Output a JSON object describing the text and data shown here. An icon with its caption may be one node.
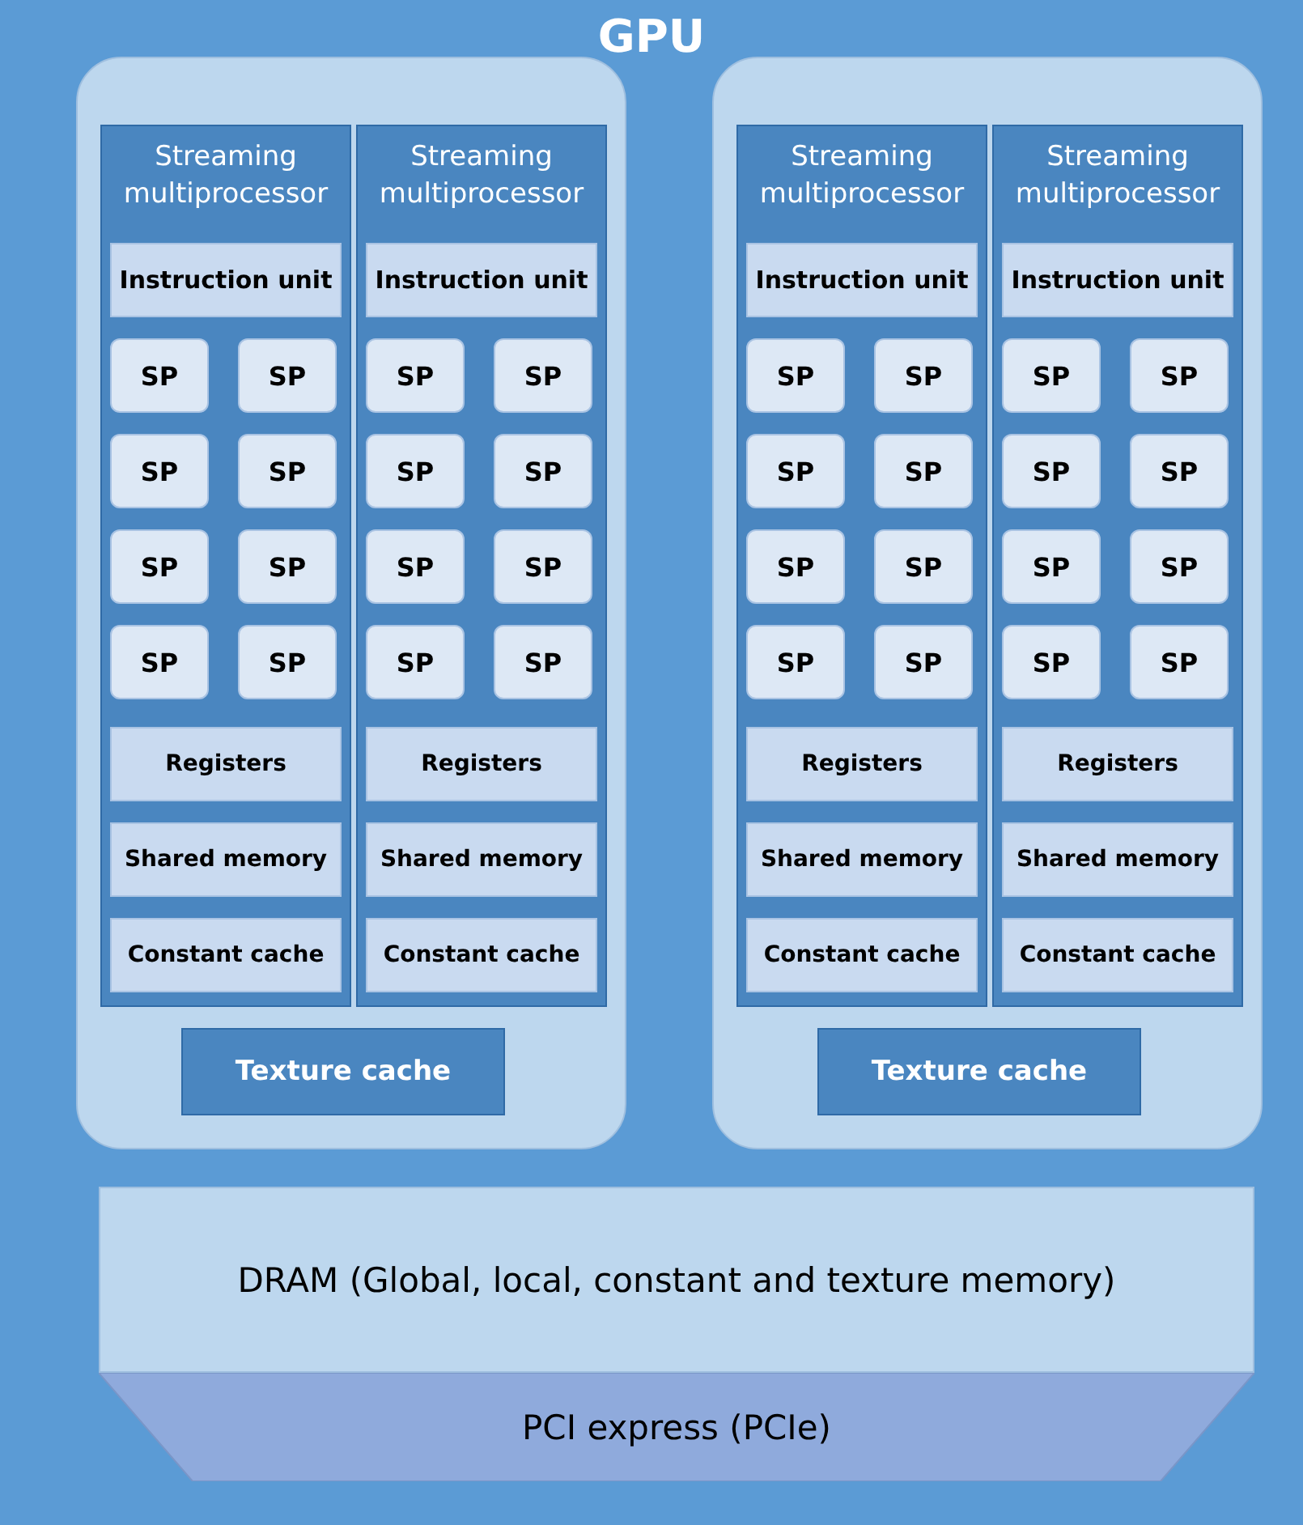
{
  "diagram": {
    "nodes": [
      {
        "text": [
          "GPU"
        ]
      },
      {
        "text": [],
        "shape": "box",
        "in": 0
      },
      {
        "text": [
          "Streaming multiprocessor"
        ],
        "in": 1
      },
      {
        "text": [
          "Instruction unit"
        ],
        "in": 2
      },
      {
        "text": [
          "SP"
        ],
        "in": 2
      },
      {
        "text": [
          "SP"
        ],
        "in": 2
      },
      {
        "text": [
          "SP"
        ],
        "in": 2
      },
      {
        "text": [
          "SP"
        ],
        "in": 2
      },
      {
        "text": [
          "SP"
        ],
        "in": 2
      },
      {
        "text": [
          "SP"
        ],
        "in": 2
      },
      {
        "text": [
          "SP"
        ],
        "in": 2
      },
      {
        "text": [
          "SP"
        ],
        "in": 2
      },
      {
        "text": [
          "Registers"
        ],
        "in": 2
      },
      {
        "text": [
          "Shared memory"
        ],
        "in": 2
      },
      {
        "text": [
          "Constant cache"
        ],
        "in": 2
      },
      {
        "text": [
          "Streaming multiprocessor"
        ],
        "in": 1
      },
      {
        "text": [
          "Instruction unit"
        ],
        "in": 15
      },
      {
        "text": [
          "SP"
        ],
        "in": 15
      },
      {
        "text": [
          "SP"
        ],
        "in": 15
      },
      {
        "text": [
          "SP"
        ],
        "in": 15
      },
      {
        "text": [
          "SP"
        ],
        "in": 15
      },
      {
        "text": [
          "SP"
        ],
        "in": 15
      },
      {
        "text": [
          "SP"
        ],
        "in": 15
      },
      {
        "text": [
          "SP"
        ],
        "in": 15
      },
      {
        "text": [
          "SP"
        ],
        "in": 15
      },
      {
        "text": [
          "Registers"
        ],
        "in": 15
      },
      {
        "text": [
          "Shared memory"
        ],
        "in": 15
      },
      {
        "text": [
          "Constant cache"
        ],
        "in": 15
      },
      {
        "text": [
          "Texture cache"
        ],
        "in": 1
      },
      {
        "text": [],
        "shape": "box",
        "in": 0
      },
      {
        "text": [
          "Streaming multiprocessor"
        ],
        "in": 29
      },
      {
        "text": [
          "Instruction unit"
        ],
        "in": 30
      },
      {
        "text": [
          "SP"
        ],
        "in": 30
      },
      {
        "text": [
          "SP"
        ],
        "in": 30
      },
      {
        "text": [
          "SP"
        ],
        "in": 30
      },
      {
        "text": [
          "SP"
        ],
        "in": 30
      },
      {
        "text": [
          "SP"
        ],
        "in": 30
      },
      {
        "text": [
          "SP"
        ],
        "in": 30
      },
      {
        "text": [
          "SP"
        ],
        "in": 30
      },
      {
        "text": [
          "SP"
        ],
        "in": 30
      },
      {
        "text": [
          "Registers"
        ],
        "in": 30
      },
      {
        "text": [
          "Shared memory"
        ],
        "in": 30
      },
      {
        "text": [
          "Constant cache"
        ],
        "in": 30
      },
      {
        "text": [
          "Streaming multiprocessor"
        ],
        "in": 29
      },
      {
        "text": [
          "Instruction unit"
        ],
        "in": 43
      },
      {
        "text": [
          "SP"
        ],
        "in": 43
      },
      {
        "text": [
          "SP"
        ],
        "in": 43
      },
      {
        "text": [
          "SP"
        ],
        "in": 43
      },
      {
        "text": [
          "SP"
        ],
        "in": 43
      },
      {
        "text": [
          "SP"
        ],
        "in": 43
      },
      {
        "text": [
          "SP"
        ],
        "in": 43
      },
      {
        "text": [
          "SP"
        ],
        "in": 43
      },
      {
        "text": [
          "SP"
        ],
        "in": 43
      },
      {
        "text": [
          "Registers"
        ],
        "in": 43
      },
      {
        "text": [
          "Shared memory"
        ],
        "in": 43
      },
      {
        "text": [
          "Constant cache"
        ],
        "in": 43
      },
      {
        "text": [
          "Texture cache"
        ],
        "in": 29
      },
      {
        "text": [
          "DRAM (Global, local, constant and texture memory)"
        ],
        "in": 0
      },
      {
        "text": [
          "PCI express (PCIe)"
        ],
        "in": 0
      }
    ]
  }
}
